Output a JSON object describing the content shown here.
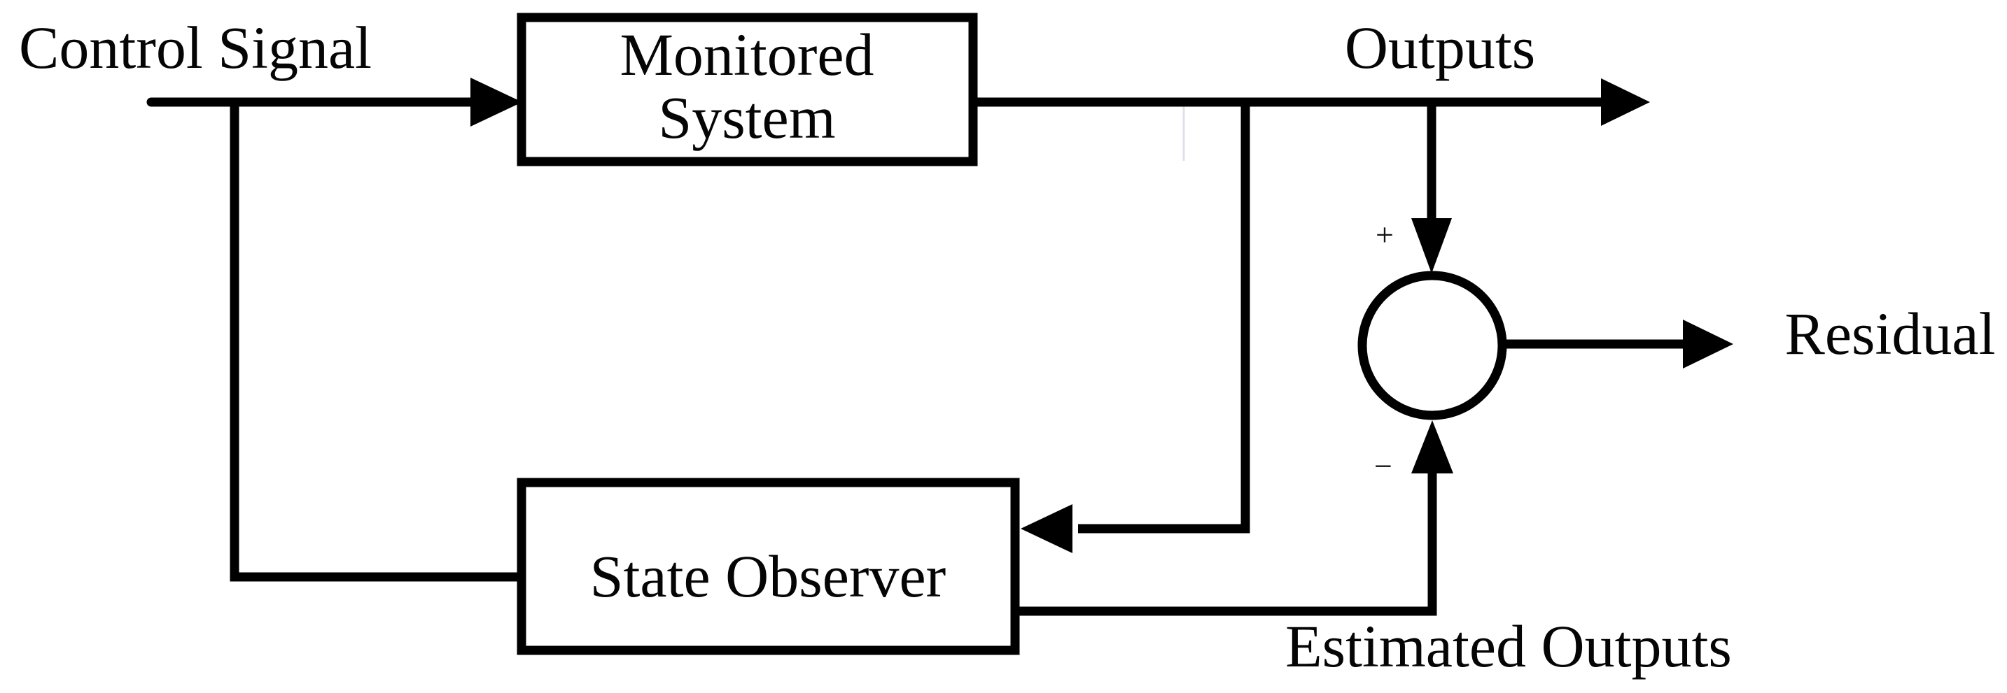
{
  "diagram": {
    "type": "block-diagram",
    "background_color": "#ffffff",
    "stroke_color": "#000000",
    "text_color": "#050505",
    "labels": {
      "control_signal": "Control Signal",
      "outputs": "Outputs",
      "residual": "Residual",
      "estimated_outputs": "Estimated Outputs"
    },
    "blocks": [
      {
        "id": "monitored-system",
        "lines": [
          "Monitored",
          "System"
        ]
      },
      {
        "id": "state-observer",
        "lines": [
          "State Observer"
        ]
      }
    ],
    "summing_junction": {
      "shape": "circle",
      "top_input_sign": "+",
      "bottom_input_sign": "−"
    },
    "connections": [
      {
        "from": "control-signal",
        "to": "monitored-system"
      },
      {
        "from": "control-signal",
        "to": "state-observer"
      },
      {
        "from": "monitored-system",
        "to": "outputs"
      },
      {
        "from": "outputs",
        "to": "state-observer"
      },
      {
        "from": "outputs",
        "to": "summing-junction",
        "sign": "+"
      },
      {
        "from": "state-observer",
        "to": "summing-junction",
        "sign": "−",
        "label": "Estimated Outputs"
      },
      {
        "from": "summing-junction",
        "to": "residual"
      }
    ]
  }
}
